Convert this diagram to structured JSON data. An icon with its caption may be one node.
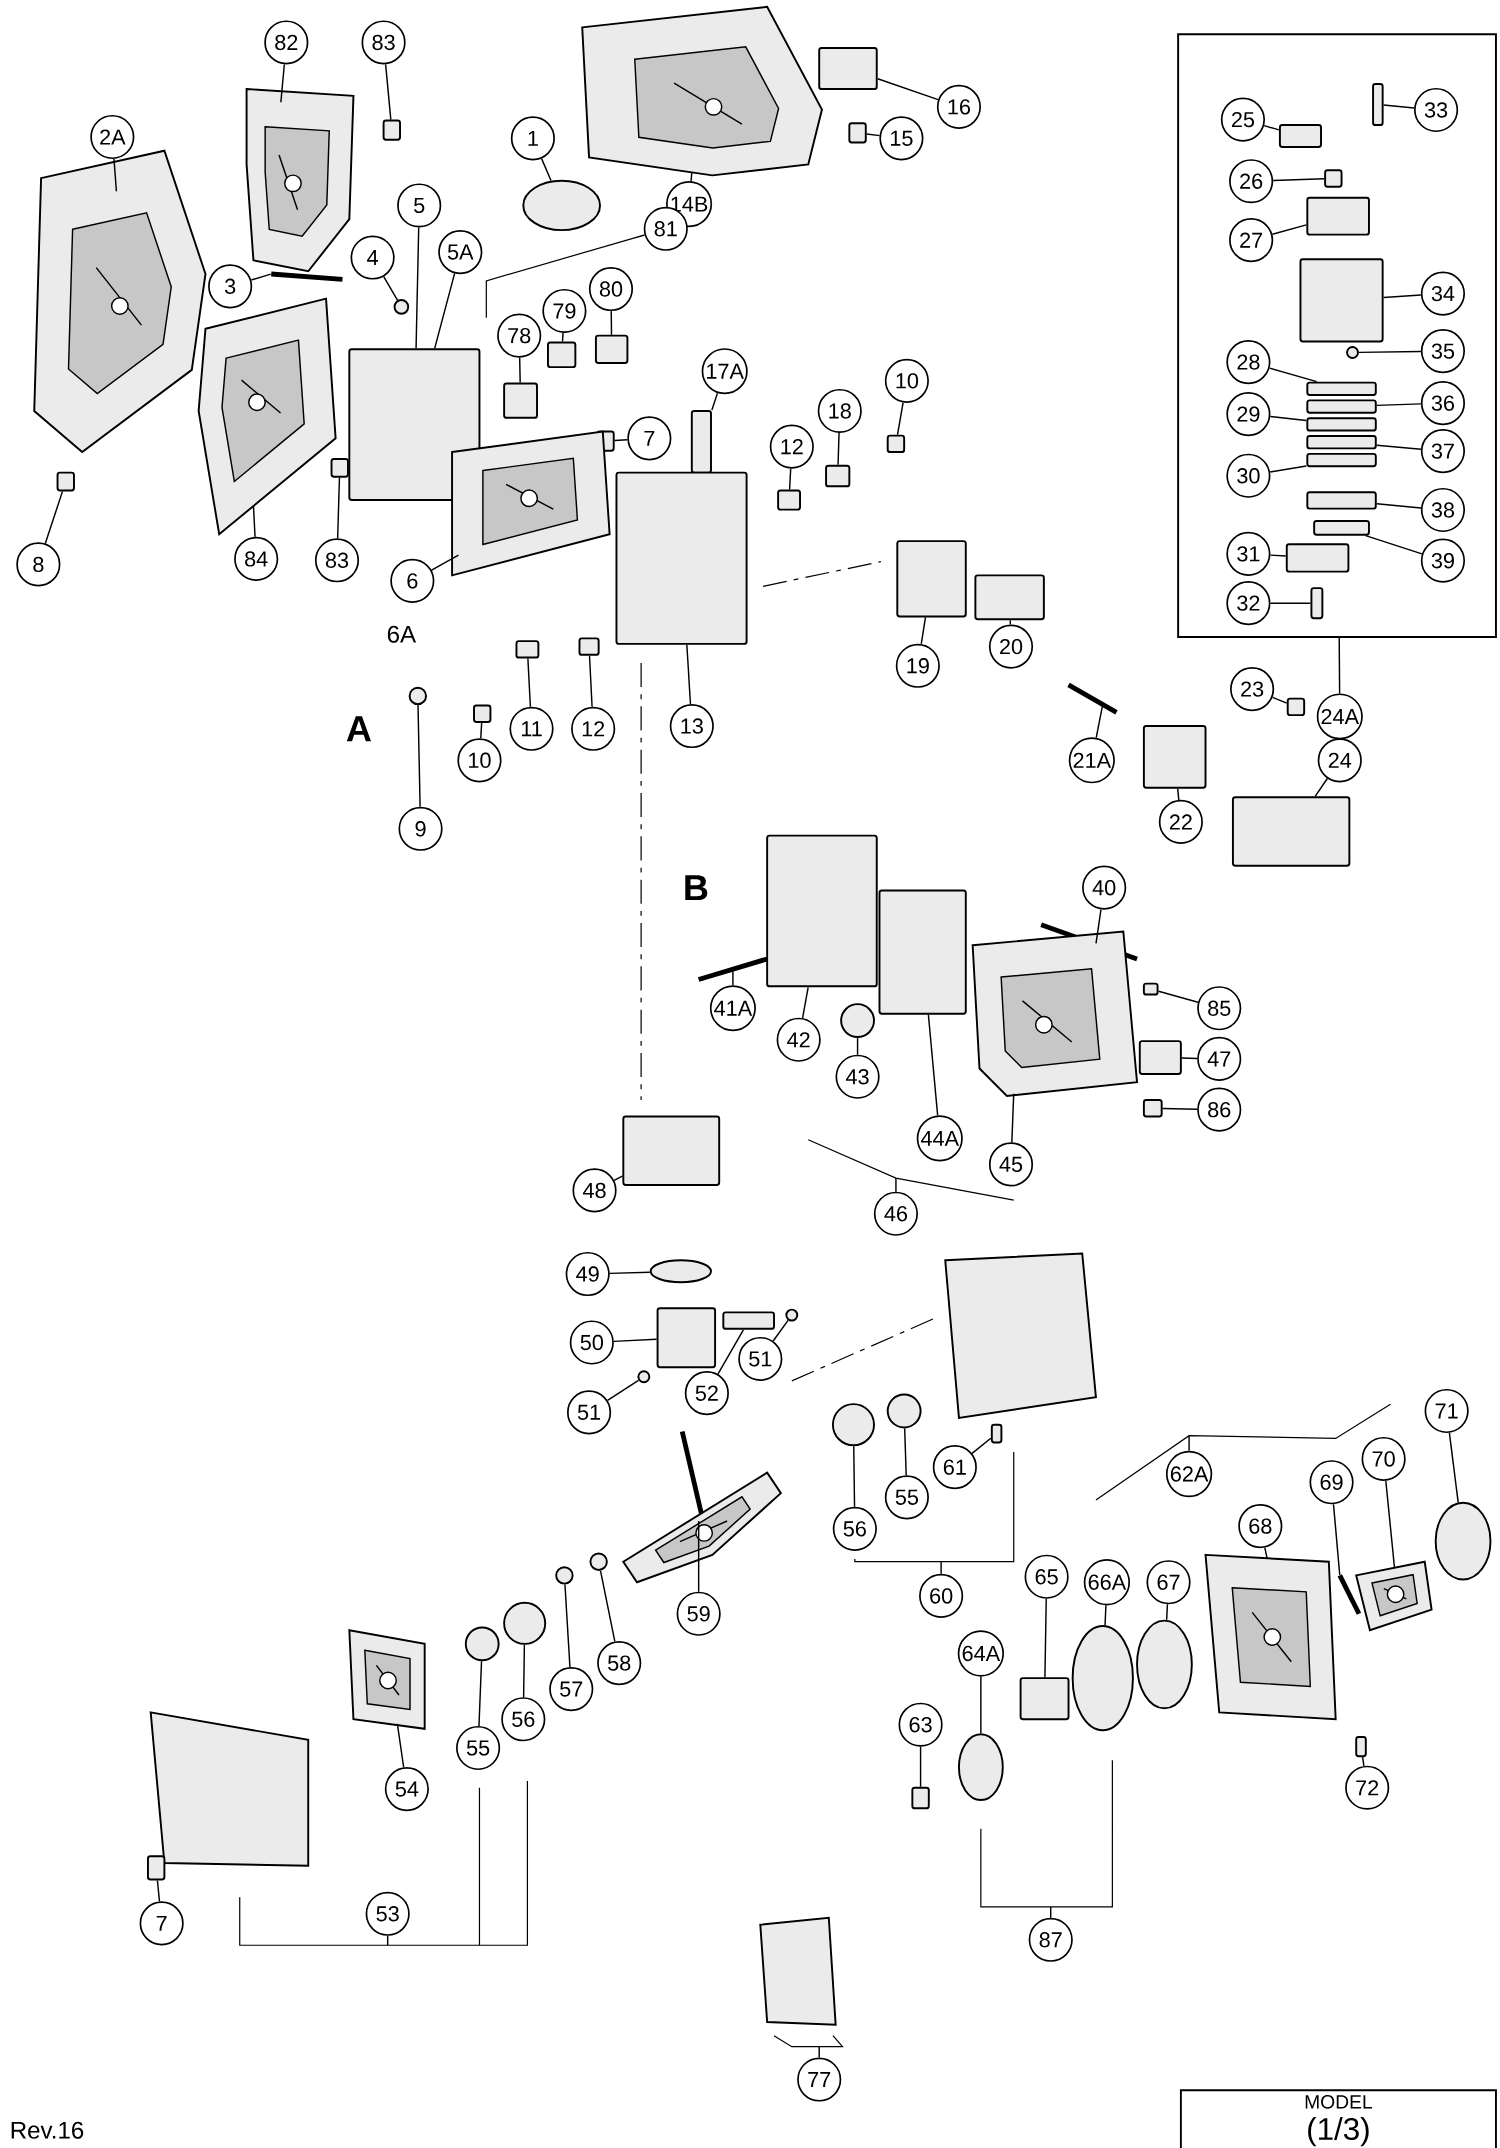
{
  "diagram": {
    "nodes": [
      {
        "text": [],
        "shape": "box"
      },
      {
        "text": [
          "MODEL",
          "(1/3)"
        ]
      },
      {
        "text": [
          "82"
        ]
      },
      {
        "text": [
          "83"
        ]
      },
      {
        "text": [
          "2A"
        ]
      },
      {
        "text": [
          "1"
        ]
      },
      {
        "text": [
          "14B"
        ]
      },
      {
        "text": [
          "16"
        ]
      },
      {
        "text": [
          "15"
        ]
      },
      {
        "text": [
          "5"
        ]
      },
      {
        "text": [
          "5A"
        ]
      },
      {
        "text": [
          "81"
        ]
      },
      {
        "text": [
          "4"
        ]
      },
      {
        "text": [
          "3"
        ]
      },
      {
        "text": [
          "80"
        ]
      },
      {
        "text": [
          "79"
        ]
      },
      {
        "text": [
          "78"
        ]
      },
      {
        "text": [
          "7"
        ]
      },
      {
        "text": [
          "17A"
        ]
      },
      {
        "text": [
          "10"
        ]
      },
      {
        "text": [
          "18"
        ]
      },
      {
        "text": [
          "12"
        ]
      },
      {
        "text": [
          "8"
        ]
      },
      {
        "text": [
          "84"
        ]
      },
      {
        "text": [
          "83"
        ]
      },
      {
        "text": [
          "6"
        ]
      },
      {
        "text": [
          "19"
        ]
      },
      {
        "text": [
          "20"
        ]
      },
      {
        "text": [
          "13"
        ]
      },
      {
        "text": [
          "12"
        ]
      },
      {
        "text": [
          "11"
        ]
      },
      {
        "text": [
          "10"
        ]
      },
      {
        "text": [
          "9"
        ]
      },
      {
        "text": [
          "21A"
        ]
      },
      {
        "text": [
          "22"
        ]
      },
      {
        "text": [
          "23"
        ]
      },
      {
        "text": [
          "24A"
        ]
      },
      {
        "text": [
          "24"
        ]
      },
      {
        "text": [
          "25"
        ],
        "in": 0
      },
      {
        "text": [
          "33"
        ],
        "in": 0
      },
      {
        "text": [
          "26"
        ],
        "in": 0
      },
      {
        "text": [
          "27"
        ],
        "in": 0
      },
      {
        "text": [
          "34"
        ],
        "in": 0
      },
      {
        "text": [
          "35"
        ],
        "in": 0
      },
      {
        "text": [
          "28"
        ],
        "in": 0
      },
      {
        "text": [
          "36"
        ],
        "in": 0
      },
      {
        "text": [
          "29"
        ],
        "in": 0
      },
      {
        "text": [
          "37"
        ],
        "in": 0
      },
      {
        "text": [
          "30"
        ],
        "in": 0
      },
      {
        "text": [
          "38"
        ],
        "in": 0
      },
      {
        "text": [
          "31"
        ],
        "in": 0
      },
      {
        "text": [
          "39"
        ],
        "in": 0
      },
      {
        "text": [
          "32"
        ],
        "in": 0
      },
      {
        "text": [
          "40"
        ]
      },
      {
        "text": [
          "85"
        ]
      },
      {
        "text": [
          "47"
        ]
      },
      {
        "text": [
          "86"
        ]
      },
      {
        "text": [
          "41A"
        ]
      },
      {
        "text": [
          "42"
        ]
      },
      {
        "text": [
          "43"
        ]
      },
      {
        "text": [
          "44A"
        ]
      },
      {
        "text": [
          "46"
        ]
      },
      {
        "text": [
          "45"
        ]
      },
      {
        "text": [
          "48"
        ]
      },
      {
        "text": [
          "49"
        ]
      },
      {
        "text": [
          "50"
        ]
      },
      {
        "text": [
          "51"
        ]
      },
      {
        "text": [
          "52"
        ]
      },
      {
        "text": [
          "51"
        ]
      },
      {
        "text": [
          "71"
        ]
      },
      {
        "text": [
          "70"
        ]
      },
      {
        "text": [
          "69"
        ]
      },
      {
        "text": [
          "62A"
        ]
      },
      {
        "text": [
          "68"
        ]
      },
      {
        "text": [
          "61"
        ]
      },
      {
        "text": [
          "55"
        ]
      },
      {
        "text": [
          "56"
        ]
      },
      {
        "text": [
          "67"
        ]
      },
      {
        "text": [
          "66A"
        ]
      },
      {
        "text": [
          "65"
        ]
      },
      {
        "text": [
          "64A"
        ]
      },
      {
        "text": [
          "63"
        ]
      },
      {
        "text": [
          "59"
        ]
      },
      {
        "text": [
          "60"
        ]
      },
      {
        "text": [
          "58"
        ]
      },
      {
        "text": [
          "57"
        ]
      },
      {
        "text": [
          "56"
        ]
      },
      {
        "text": [
          "55"
        ]
      },
      {
        "text": [
          "54"
        ]
      },
      {
        "text": [
          "72"
        ]
      },
      {
        "text": [
          "7"
        ]
      },
      {
        "text": [
          "53"
        ]
      },
      {
        "text": [
          "87"
        ]
      },
      {
        "text": [
          "77"
        ]
      },
      {
        "text": [],
        "shape": "picture"
      },
      {
        "text": [],
        "shape": "box"
      },
      {
        "text": [],
        "shape": "picture"
      },
      {
        "text": [],
        "shape": "circle"
      },
      {
        "text": [],
        "shape": "picture"
      },
      {
        "text": [],
        "shape": "box"
      },
      {
        "text": [],
        "shape": "box"
      },
      {
        "text": [],
        "shape": "box"
      },
      {
        "text": [],
        "shape": "circle"
      },
      {
        "text": [],
        "shape": "bar"
      },
      {
        "text": [],
        "shape": "box"
      },
      {
        "text": [],
        "shape": "box"
      },
      {
        "text": [],
        "shape": "box"
      },
      {
        "text": [],
        "shape": "box"
      },
      {
        "text": [],
        "shape": "box"
      },
      {
        "text": [],
        "shape": "box"
      },
      {
        "text": [],
        "shape": "box"
      },
      {
        "text": [],
        "shape": "box"
      },
      {
        "text": [],
        "shape": "box"
      },
      {
        "text": [],
        "shape": "picture"
      },
      {
        "text": [],
        "shape": "box"
      },
      {
        "text": [],
        "shape": "picture"
      },
      {
        "text": [],
        "shape": "box"
      },
      {
        "text": [],
        "shape": "box"
      },
      {
        "text": [],
        "shape": "box"
      },
      {
        "text": [],
        "shape": "box"
      },
      {
        "text": [],
        "shape": "box"
      },
      {
        "text": [],
        "shape": "box"
      },
      {
        "text": [],
        "shape": "circle"
      },
      {
        "text": [],
        "shape": "bar"
      },
      {
        "text": [],
        "shape": "box"
      },
      {
        "text": [],
        "shape": "box"
      },
      {
        "text": [],
        "shape": "box"
      },
      {
        "text": [],
        "shape": "box",
        "in": 0
      },
      {
        "text": [],
        "shape": "box",
        "in": 0
      },
      {
        "text": [],
        "shape": "box",
        "in": 0
      },
      {
        "text": [],
        "shape": "box",
        "in": 0
      },
      {
        "text": [],
        "shape": "box",
        "in": 0
      },
      {
        "text": [],
        "shape": "circle",
        "in": 0
      },
      {
        "text": [],
        "shape": "box",
        "in": 0
      },
      {
        "text": [],
        "shape": "box",
        "in": 0
      },
      {
        "text": [],
        "shape": "box",
        "in": 0
      },
      {
        "text": [],
        "shape": "box",
        "in": 0
      },
      {
        "text": [],
        "shape": "box",
        "in": 0
      },
      {
        "text": [],
        "shape": "box",
        "in": 0
      },
      {
        "text": [],
        "shape": "box",
        "in": 0
      },
      {
        "text": [],
        "shape": "box",
        "in": 0
      },
      {
        "text": [],
        "shape": "box",
        "in": 0
      },
      {
        "text": [],
        "shape": "bar"
      },
      {
        "text": [],
        "shape": "box"
      },
      {
        "text": [],
        "shape": "box"
      },
      {
        "text": [],
        "shape": "box"
      },
      {
        "text": [],
        "shape": "bar"
      },
      {
        "text": [],
        "shape": "box"
      },
      {
        "text": [],
        "shape": "circle"
      },
      {
        "text": [],
        "shape": "box"
      },
      {
        "text": [],
        "shape": "picture"
      },
      {
        "text": [],
        "shape": "box"
      },
      {
        "text": [],
        "shape": "circle"
      },
      {
        "text": [],
        "shape": "box"
      },
      {
        "text": [],
        "shape": "circle"
      },
      {
        "text": [],
        "shape": "box"
      },
      {
        "text": [],
        "shape": "circle"
      },
      {
        "text": [],
        "shape": "circle"
      },
      {
        "text": [],
        "shape": "picture"
      },
      {
        "text": [],
        "shape": "bar"
      },
      {
        "text": [],
        "shape": "picture"
      },
      {
        "text": [],
        "shape": "box"
      },
      {
        "text": [],
        "shape": "circle"
      },
      {
        "text": [],
        "shape": "circle"
      },
      {
        "text": [],
        "shape": "circle"
      },
      {
        "text": [],
        "shape": "circle"
      },
      {
        "text": [],
        "shape": "box"
      },
      {
        "text": [],
        "shape": "circle"
      },
      {
        "text": [],
        "shape": "box"
      },
      {
        "text": [],
        "shape": "picture"
      },
      {
        "text": [],
        "shape": "circle"
      },
      {
        "text": [],
        "shape": "circle"
      },
      {
        "text": [],
        "shape": "circle"
      },
      {
        "text": [],
        "shape": "circle"
      },
      {
        "text": [],
        "shape": "picture"
      },
      {
        "text": [],
        "shape": "box"
      },
      {
        "text": [],
        "shape": "box"
      }
    ],
    "edges": [
      {
        "from": 2,
        "to": 94,
        "arrow": "none"
      },
      {
        "from": 3,
        "to": 95,
        "arrow": "none"
      },
      {
        "from": 4,
        "to": 96,
        "arrow": "none"
      },
      {
        "from": 5,
        "to": 97,
        "arrow": "none"
      },
      {
        "from": 6,
        "to": 98,
        "arrow": "none"
      },
      {
        "from": 7,
        "to": 99,
        "arrow": "none"
      },
      {
        "from": 8,
        "to": 100,
        "arrow": "none"
      },
      {
        "from": 9,
        "to": 101,
        "arrow": "none"
      },
      {
        "from": 10,
        "to": 101,
        "arrow": "none"
      },
      {
        "from": 11,
        "to": null,
        "arrow": "none"
      },
      {
        "from": 12,
        "to": 102,
        "arrow": "none"
      },
      {
        "from": 13,
        "to": 103,
        "arrow": "none"
      },
      {
        "from": 14,
        "to": 104,
        "arrow": "none"
      },
      {
        "from": 15,
        "to": 105,
        "arrow": "none"
      },
      {
        "from": 16,
        "to": 106,
        "arrow": "none"
      },
      {
        "from": 17,
        "to": 107,
        "arrow": "none"
      },
      {
        "from": 18,
        "to": 108,
        "arrow": "none"
      },
      {
        "from": 19,
        "to": 109,
        "arrow": "none"
      },
      {
        "from": 20,
        "to": 110,
        "arrow": "none"
      },
      {
        "from": 21,
        "to": 111,
        "arrow": "none"
      },
      {
        "from": 22,
        "to": 112,
        "arrow": "none"
      },
      {
        "from": 23,
        "to": 113,
        "arrow": "none"
      },
      {
        "from": 24,
        "to": 114,
        "arrow": "none"
      },
      {
        "from": 25,
        "to": 115,
        "arrow": "none"
      },
      {
        "from": 26,
        "to": 116,
        "arrow": "none"
      },
      {
        "from": 27,
        "to": 117,
        "arrow": "none"
      },
      {
        "from": 28,
        "to": 118,
        "arrow": "none"
      },
      {
        "from": 29,
        "to": 119,
        "arrow": "none"
      },
      {
        "from": 30,
        "to": 120,
        "arrow": "none"
      },
      {
        "from": 31,
        "to": 121,
        "arrow": "none"
      },
      {
        "from": 32,
        "to": 122,
        "arrow": "none"
      },
      {
        "from": 33,
        "to": 123,
        "arrow": "none"
      },
      {
        "from": 34,
        "to": 124,
        "arrow": "none"
      },
      {
        "from": 35,
        "to": 125,
        "arrow": "none"
      },
      {
        "from": 36,
        "to": 0,
        "arrow": "none"
      },
      {
        "from": 37,
        "to": 126,
        "arrow": "none"
      },
      {
        "from": 38,
        "to": 127,
        "arrow": "none"
      },
      {
        "from": 39,
        "to": 128,
        "arrow": "none"
      },
      {
        "from": 40,
        "to": 129,
        "arrow": "none"
      },
      {
        "from": 41,
        "to": 130,
        "arrow": "none"
      },
      {
        "from": 42,
        "to": 131,
        "arrow": "none"
      },
      {
        "from": 43,
        "to": 132,
        "arrow": "none"
      },
      {
        "from": 44,
        "to": 133,
        "arrow": "none"
      },
      {
        "from": 45,
        "to": 134,
        "arrow": "none"
      },
      {
        "from": 46,
        "to": 135,
        "arrow": "none"
      },
      {
        "from": 47,
        "to": 136,
        "arrow": "none"
      },
      {
        "from": 48,
        "to": 137,
        "arrow": "none"
      },
      {
        "from": 49,
        "to": 138,
        "arrow": "none"
      },
      {
        "from": 50,
        "to": 139,
        "arrow": "none"
      },
      {
        "from": 51,
        "to": 140,
        "arrow": "none"
      },
      {
        "from": 52,
        "to": 141,
        "arrow": "none"
      },
      {
        "from": 53,
        "to": 142,
        "arrow": "none"
      },
      {
        "from": 54,
        "to": 143,
        "arrow": "none"
      },
      {
        "from": 55,
        "to": 144,
        "arrow": "none"
      },
      {
        "from": 56,
        "to": 145,
        "arrow": "none"
      },
      {
        "from": 57,
        "to": 146,
        "arrow": "none"
      },
      {
        "from": 58,
        "to": 147,
        "arrow": "none"
      },
      {
        "from": 59,
        "to": 148,
        "arrow": "none"
      },
      {
        "from": 60,
        "to": 149,
        "arrow": "none"
      },
      {
        "from": 61,
        "to": null,
        "arrow": "none"
      },
      {
        "from": 62,
        "to": 150,
        "arrow": "none"
      },
      {
        "from": 63,
        "to": 151,
        "arrow": "none"
      },
      {
        "from": 64,
        "to": 152,
        "arrow": "none"
      },
      {
        "from": 65,
        "to": 153,
        "arrow": "none"
      },
      {
        "from": 66,
        "to": 154,
        "arrow": "none"
      },
      {
        "from": 67,
        "to": 155,
        "arrow": "none"
      },
      {
        "from": 68,
        "to": 156,
        "arrow": "none"
      },
      {
        "from": 69,
        "to": 157,
        "arrow": "none"
      },
      {
        "from": 70,
        "to": 158,
        "arrow": "none"
      },
      {
        "from": 71,
        "to": 159,
        "arrow": "none"
      },
      {
        "from": 72,
        "to": null,
        "arrow": "none"
      },
      {
        "from": 73,
        "to": 160,
        "arrow": "none"
      },
      {
        "from": 74,
        "to": 161,
        "arrow": "none"
      },
      {
        "from": 75,
        "to": 162,
        "arrow": "none"
      },
      {
        "from": 76,
        "to": 163,
        "arrow": "none"
      },
      {
        "from": 77,
        "to": 164,
        "arrow": "none"
      },
      {
        "from": 78,
        "to": 165,
        "arrow": "none"
      },
      {
        "from": 79,
        "to": 166,
        "arrow": "none"
      },
      {
        "from": 80,
        "to": 167,
        "arrow": "none"
      },
      {
        "from": 81,
        "to": 168,
        "arrow": "none"
      },
      {
        "from": 82,
        "to": 169,
        "arrow": "none"
      },
      {
        "from": 83,
        "to": null,
        "arrow": "none"
      },
      {
        "from": 84,
        "to": 170,
        "arrow": "none"
      },
      {
        "from": 85,
        "to": 171,
        "arrow": "none"
      },
      {
        "from": 86,
        "to": 172,
        "arrow": "none"
      },
      {
        "from": 87,
        "to": 173,
        "arrow": "none"
      },
      {
        "from": 88,
        "to": 174,
        "arrow": "none"
      },
      {
        "from": 89,
        "to": 175,
        "arrow": "none"
      },
      {
        "from": 90,
        "to": 176,
        "arrow": "none"
      },
      {
        "from": 91,
        "to": null,
        "arrow": "none"
      },
      {
        "from": 92,
        "to": null,
        "arrow": "none"
      },
      {
        "from": 93,
        "to": null,
        "arrow": "none"
      }
    ],
    "labels": [
      "6A",
      "A",
      "B",
      "Rev.16"
    ]
  }
}
